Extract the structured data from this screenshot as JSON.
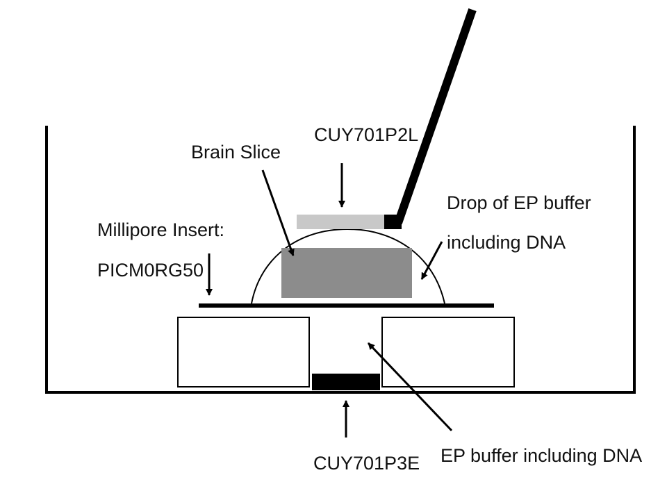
{
  "labels": {
    "electrode_top": "CUY701P2L",
    "brain_slice": "Brain Slice",
    "drop_line1": "Drop of EP buffer",
    "drop_line2": "including DNA",
    "insert_line1": "Millipore Insert:",
    "insert_line2": "PICM0RG50",
    "electrode_bottom": "CUY701P3E",
    "ep_buffer": "EP buffer including DNA"
  },
  "colors": {
    "outline": "#000000",
    "brain_slice_fill": "#8c8c8c",
    "electrode_plate_fill": "#c8c8c8",
    "background": "#ffffff"
  }
}
